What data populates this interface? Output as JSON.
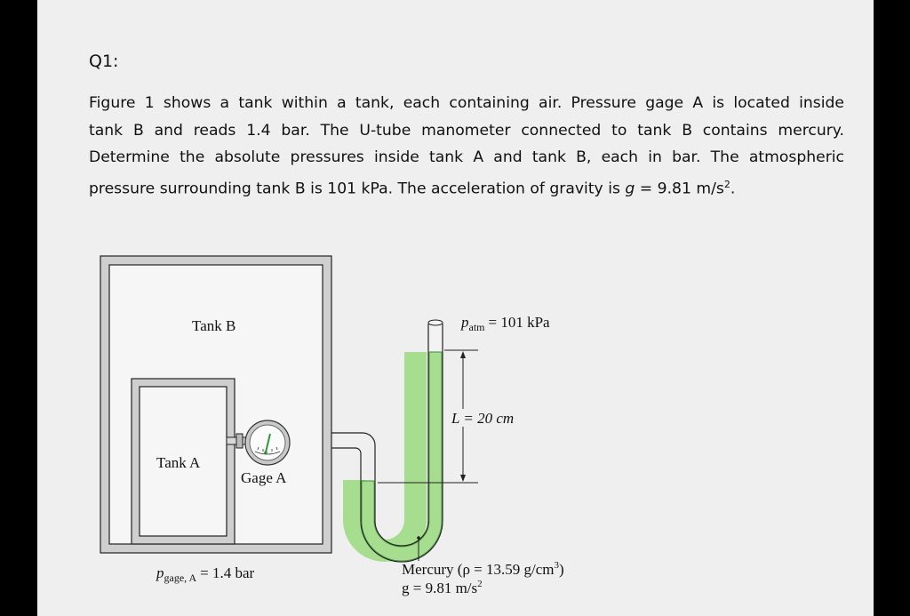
{
  "question": {
    "title": "Q1:",
    "lines": [
      "Figure 1 shows a tank within a tank, each containing air. Pressure gage A is located inside",
      "tank B and reads 1.4 bar. The U-tube manometer connected to tank B contains mercury.",
      "Determine the absolute pressures inside tank A and tank B, each in bar. The atmospheric"
    ],
    "last_line_prefix": "pressure surrounding tank B is 101 kPa. The acceleration of gravity is ",
    "last_line_var": "g",
    "last_line_value": " = 9.81 m/s",
    "last_line_exp": "2",
    "last_line_end": "."
  },
  "figure": {
    "tank_b_label": "Tank B",
    "tank_a_label": "Tank A",
    "gage_label": "Gage A",
    "p_atm_symbol": "p",
    "p_atm_sub": "atm",
    "p_atm_value": "= 101 kPa",
    "length_label": "L = 20 cm",
    "p_gage_symbol": "p",
    "p_gage_sub": "gage, A",
    "p_gage_value": "= 1.4 bar",
    "mercury_text": "Mercury (ρ = 13.59 g/cm",
    "mercury_exp": "3",
    "mercury_close": ")",
    "gravity_text": "g = 9.81 m/s",
    "gravity_exp": "2",
    "colors": {
      "mercury_fill": "#a6dd8e",
      "mercury_stroke": "#3c8a3a",
      "tank_wall": "#cfcfcf",
      "needle": "#2e9a3a"
    }
  }
}
